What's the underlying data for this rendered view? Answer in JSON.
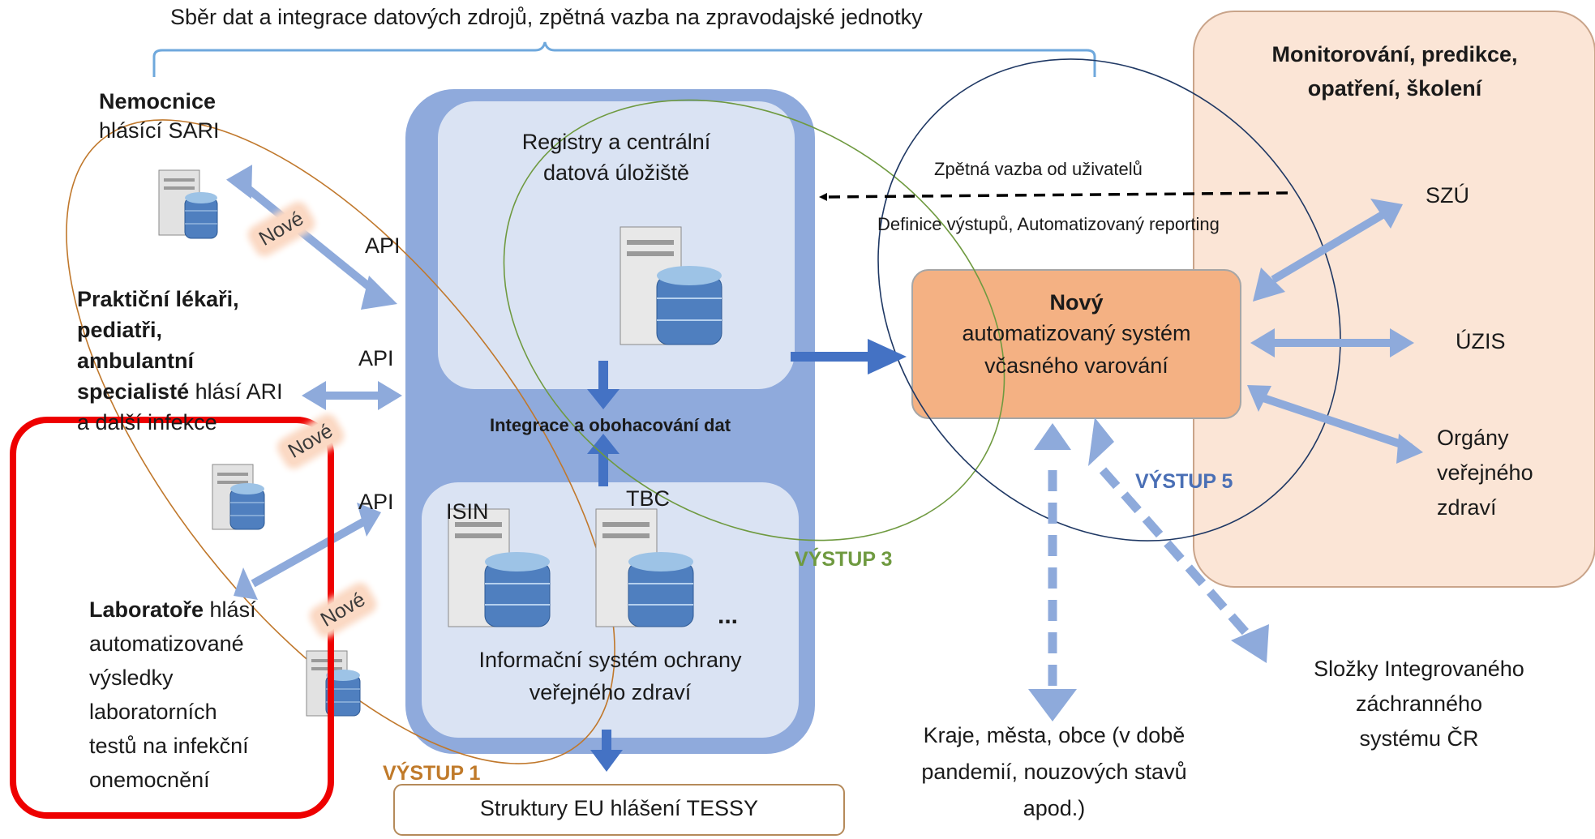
{
  "top_caption": "Sběr dat a integrace datových zdrojů, zpětná vazba na zpravodajské jednotky",
  "left": {
    "hospitals_title": "Nemocnice",
    "hospitals_sub": "hlásící SARI",
    "gp_line1": "Praktiční lékaři,",
    "gp_line2": "pediatři,",
    "gp_line3": "ambulantní",
    "gp_line4_bold": "specialisté",
    "gp_line4_rest": " hlásí ARI",
    "gp_line5": "a další infekce",
    "lab_bold": "Laboratoře",
    "lab_rest": " hlásí",
    "lab_line2": "automatizované",
    "lab_line3": "výsledky",
    "lab_line4": "laboratorních",
    "lab_line5": "testů na infekční",
    "lab_line6": "onemocnění",
    "new_label": "Nové",
    "api_label": "API"
  },
  "center": {
    "registry_line1": "Registry a centrální",
    "registry_line2": "datová úložiště",
    "integration": "Integrace a obohacování  dat",
    "isin": "ISIN",
    "tbc": "TBC",
    "ellipsis": "...",
    "is_line1": "Informační systém ochrany",
    "is_line2": "veřejného zdraví",
    "eu_box": "Struktury EU hlášení TESSY"
  },
  "outputs": {
    "out1": "VÝSTUP 1",
    "out3": "VÝSTUP 3",
    "out5": "VÝSTUP 5"
  },
  "system": {
    "title": "Nový",
    "line2": "automatizovaný systém",
    "line3": "včasného varování"
  },
  "feedback": {
    "line1": "Zpětná vazba od uživatelů",
    "line2": "Definice výstupů, Automatizovaný reporting"
  },
  "right": {
    "title_line1": "Monitorování, predikce,",
    "title_line2": "opatření, školení",
    "szu": "SZÚ",
    "uzis": "ÚZIS",
    "organy1": "Orgány",
    "organy2": "veřejného",
    "organy3": "zdraví"
  },
  "bottom": {
    "kraje1": "Kraje, města, obce (v době",
    "kraje2": "pandemií, nouzových stavů",
    "kraje3": "apod.)",
    "izs1": "Složky Integrovaného",
    "izs2": "záchranného",
    "izs3": "systému ČR"
  },
  "colors": {
    "arrow_blue": "#8eaadb",
    "dark_arrow": "#4472c4",
    "center_panel": "#8faadc",
    "inner_panel": "#dae3f3",
    "system_box": "#f4b183",
    "right_panel": "#fbe5d6",
    "highlight": "#ee0000"
  }
}
